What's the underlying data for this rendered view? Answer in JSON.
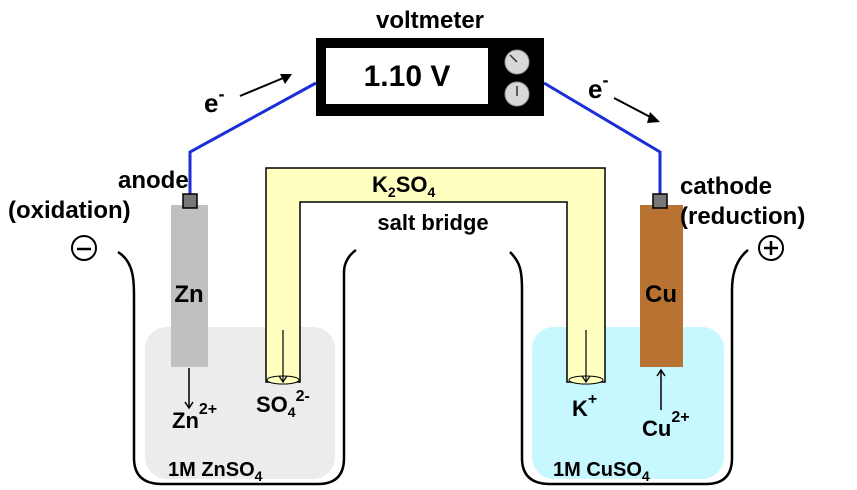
{
  "meter": {
    "title": "voltmeter",
    "reading": "1.10 V"
  },
  "electrons": {
    "left_base": "e",
    "left_sup": "-",
    "right_base": "e",
    "right_sup": "-"
  },
  "anode": {
    "title": "anode",
    "process": "(oxidation)",
    "sign": "−",
    "metal": "Zn",
    "ion_base": "Zn",
    "ion_sup": "2+",
    "solution_prefix": "1M ZnSO",
    "solution_sub": "4"
  },
  "cathode": {
    "title": "cathode",
    "process": "(reduction)",
    "sign": "+",
    "metal": "Cu",
    "ion_base": "Cu",
    "ion_sup": "2+",
    "solution_prefix": "1M CuSO",
    "solution_sub": "4"
  },
  "bridge": {
    "formula_k": "K",
    "formula_k_sub": "2",
    "formula_so": "SO",
    "formula_so_sub": "4",
    "label": "salt bridge",
    "anion_base": "SO",
    "anion_sub": "4",
    "anion_sup": "2-",
    "cation_base": "K",
    "cation_sup": "+"
  },
  "colors": {
    "wire": "#1a2fd6",
    "zinc": "#c0c0c0",
    "copper": "#b87333",
    "bridge": "#ffffc0",
    "znso4_solution": "#ececec",
    "cuso4_solution": "#c7f7ff",
    "meter_body": "#000000"
  }
}
